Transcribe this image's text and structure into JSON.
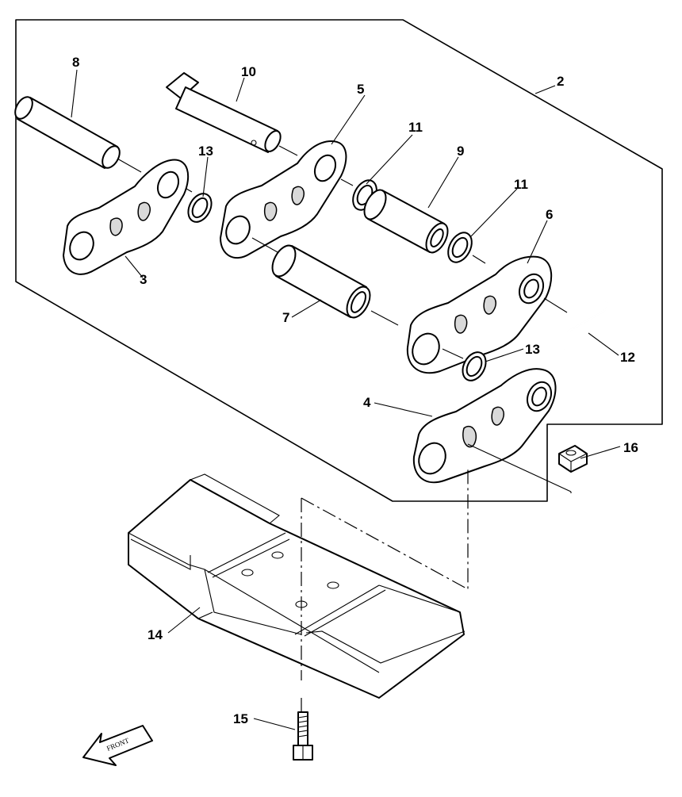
{
  "diagram": {
    "callouts": [
      "2",
      "3",
      "4",
      "5",
      "6",
      "7",
      "8",
      "9",
      "10",
      "11",
      "11",
      "12",
      "13",
      "13",
      "14",
      "15",
      "16"
    ],
    "front_label": "FRONT"
  },
  "parts": {
    "assembly": "2",
    "link_left_a": "3",
    "link_left_b": "4",
    "link_right_a": "5",
    "link_right_b": "6",
    "bushing": "7",
    "pin_a": "8",
    "spacer": "9",
    "master_pin": "10",
    "seal_a": "11",
    "seal_b": "11",
    "lock": "12",
    "ring_a": "13",
    "ring_b": "13",
    "shoe": "14",
    "bolt": "15",
    "nut": "16"
  }
}
